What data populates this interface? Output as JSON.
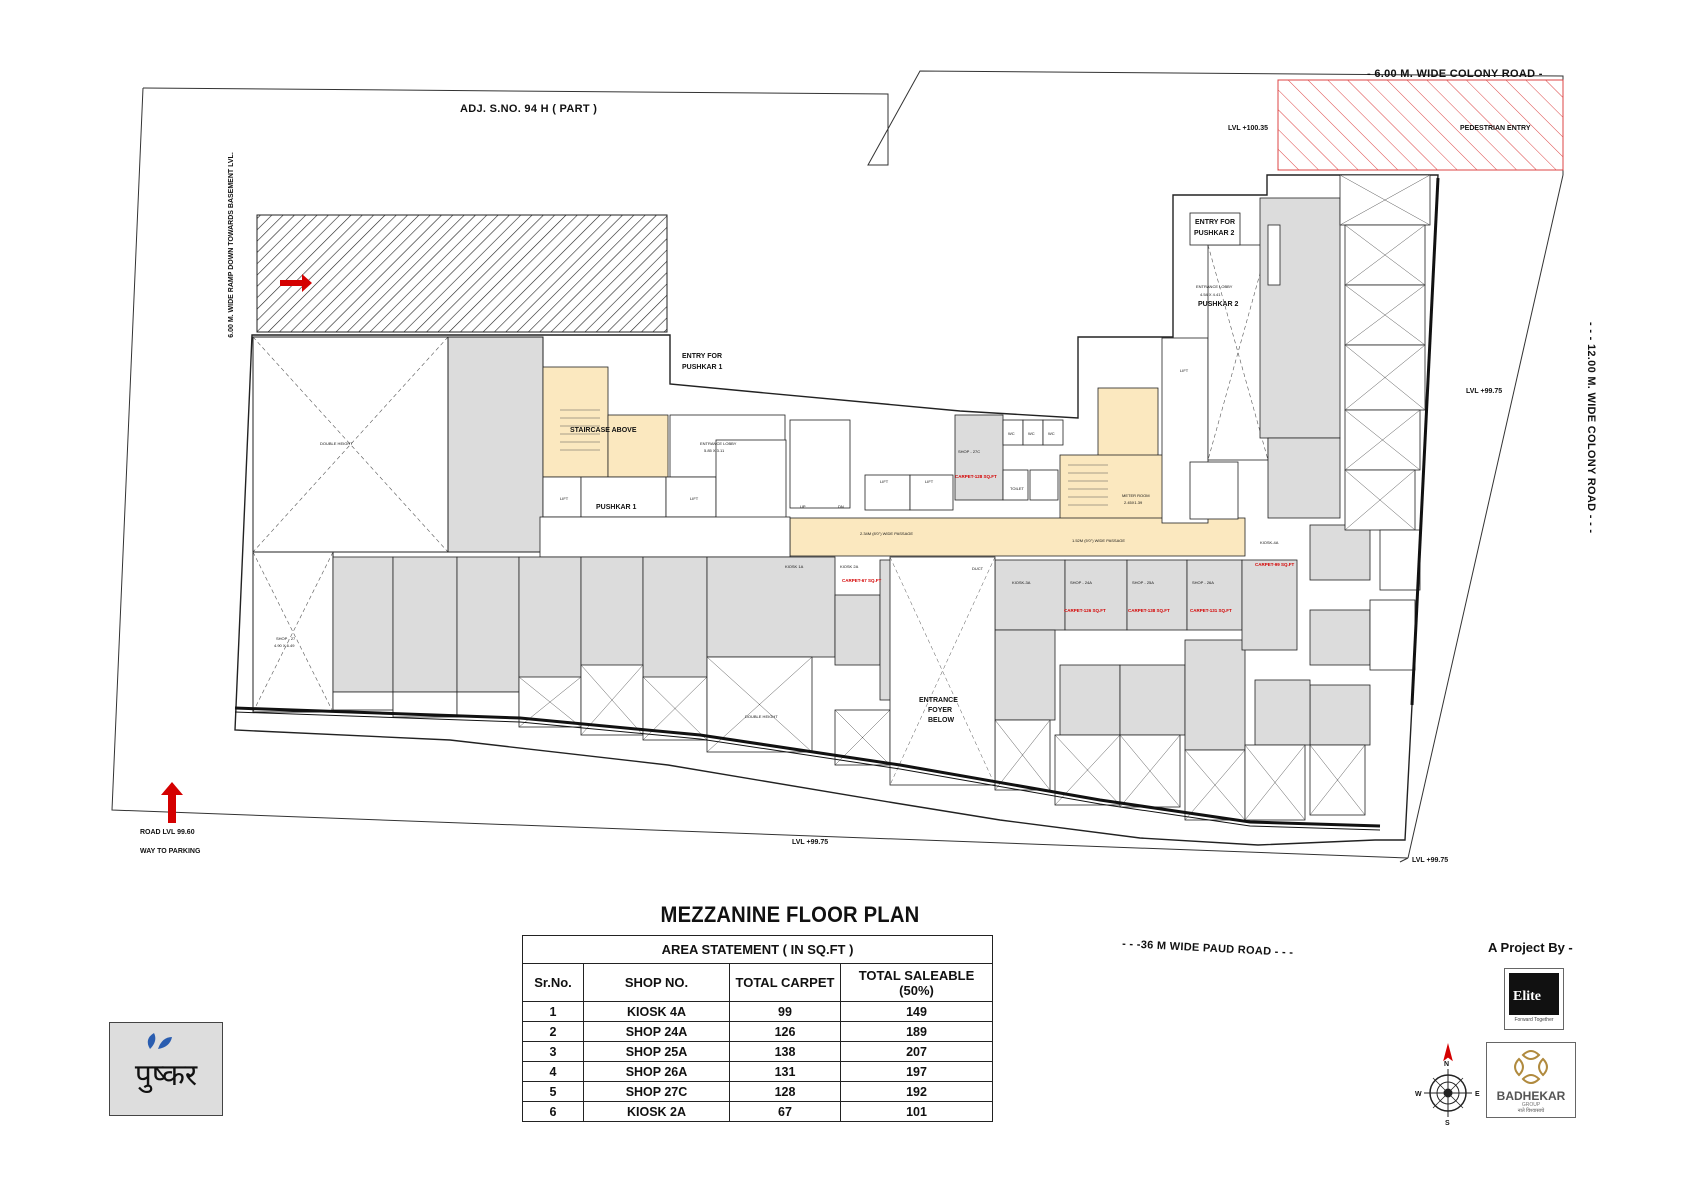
{
  "title": "MEZZANINE FLOOR PLAN",
  "roads": {
    "top_right": "- 6.00 M. WIDE COLONY ROAD -",
    "right": "- - - 12.00 M. WIDE COLONY ROAD - - -",
    "bottom": "- - -36 M WIDE PAUD ROAD - - -",
    "adj_plot": "ADJ. S.NO. 94 H ( PART )",
    "ramp": "6.00 M. WIDE RAMP DOWN TOWARDS BASEMENT LVL.",
    "pedestrian": "PEDESTRIAN ENTRY",
    "road_lvl": "ROAD LVL 99.60",
    "way_to_parking": "WAY TO PARKING"
  },
  "levels": {
    "lvl_100_35": "LVL +100.35",
    "lvl_99_75": "LVL +99.75"
  },
  "plan_labels": {
    "entry_pushkar1": [
      "ENTRY FOR",
      "PUSHKAR 1"
    ],
    "entry_pushkar2": [
      "ENTRY FOR",
      "PUSHKAR 2"
    ],
    "pushkar1": "PUSHKAR 1",
    "pushkar2": "PUSHKAR 2",
    "staircase_above": "STAIRCASE ABOVE",
    "entrance_lobby": [
      "ENTRANCE LOBBY",
      "5.85 X 3.11"
    ],
    "entrance_lobby2": [
      "ENTRANCE LOBBY",
      "4.54 X 4.41"
    ],
    "passage1": "2.34M (8'0\") WIDE PASSAGE",
    "passage2": "1.52M (5'0\") WIDE PASSAGE",
    "entrance_foyer": [
      "ENTRANCE",
      "FOYER",
      "BELOW"
    ],
    "meter_room": [
      "METER ROOM",
      "2.45X1.39"
    ],
    "kiosk_1a": "KIOSK 1A",
    "kiosk_2a": "KIOSK 2A",
    "kiosk_3a": "KIOSK-3A",
    "kiosk_4a": "KIOSK-4A",
    "shop_24a": "SHOP - 24A",
    "shop_25a": "SHOP - 25A",
    "shop_26a": "SHOP - 26A",
    "shop_27c": "SHOP - 27C",
    "shop_27": [
      "SHOP - 27",
      "4.90 X 6.49"
    ],
    "lift": "LIFT",
    "duct": "DUCT",
    "toilet": "TOILET",
    "wc": "WC",
    "up": "UP",
    "dn": "DN",
    "double_height": "DOUBLE HEIGHT",
    "carpet_24a": "CARPET-126 SQ.FT",
    "carpet_25a": "CARPET-138 SQ.FT",
    "carpet_26a": "CARPET-131 SQ.FT",
    "carpet_27c": "CARPET-128 SQ.FT",
    "carpet_2a": "CARPET-67 SQ.FT",
    "carpet_4a": "CARPET-99 SQ.FT",
    "compass": [
      "N",
      "S",
      "E",
      "W"
    ]
  },
  "area_statement": {
    "caption": "AREA  STATEMENT  ( IN SQ.FT )",
    "headers": [
      "Sr.No.",
      "SHOP NO.",
      "TOTAL CARPET",
      "TOTAL SALEABLE (50%)"
    ],
    "rows": [
      [
        "1",
        "KIOSK 4A",
        "99",
        "149"
      ],
      [
        "2",
        "SHOP 24A",
        "126",
        "189"
      ],
      [
        "3",
        "SHOP 25A",
        "138",
        "207"
      ],
      [
        "4",
        "SHOP 26A",
        "131",
        "197"
      ],
      [
        "5",
        "SHOP 27C",
        "128",
        "192"
      ],
      [
        "6",
        "KIOSK 2A",
        "67",
        "101"
      ]
    ]
  },
  "branding": {
    "project_by": "A Project By -",
    "elite": "Elite",
    "elite_tag": "Forward Together",
    "badhekar": "BADHEKAR",
    "badhekar_sub": "GROUP",
    "badhekar_tag": "नाते विश्वासाचे",
    "pushkar_logo": "पुष्कर"
  },
  "colors": {
    "lobby_fill": "#fbe8bf",
    "shop_fill": "#dcdcdc",
    "hatch_red": "#d44",
    "carpet_text": "#d40000"
  }
}
